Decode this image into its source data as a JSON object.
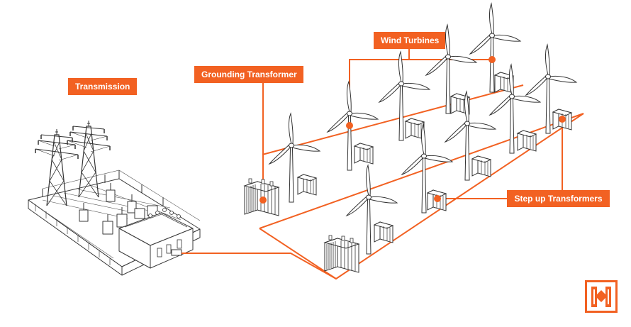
{
  "colors": {
    "accent": "#F26122",
    "line_art": "#3a3a3a",
    "background": "#ffffff"
  },
  "labels": {
    "transmission": "Transmission",
    "grounding_transformer": "Grounding Transformer",
    "wind_turbines": "Wind Turbines",
    "step_up_transformers": "Step up Transformers"
  },
  "logo": {
    "icon": "company-logo-icon"
  }
}
